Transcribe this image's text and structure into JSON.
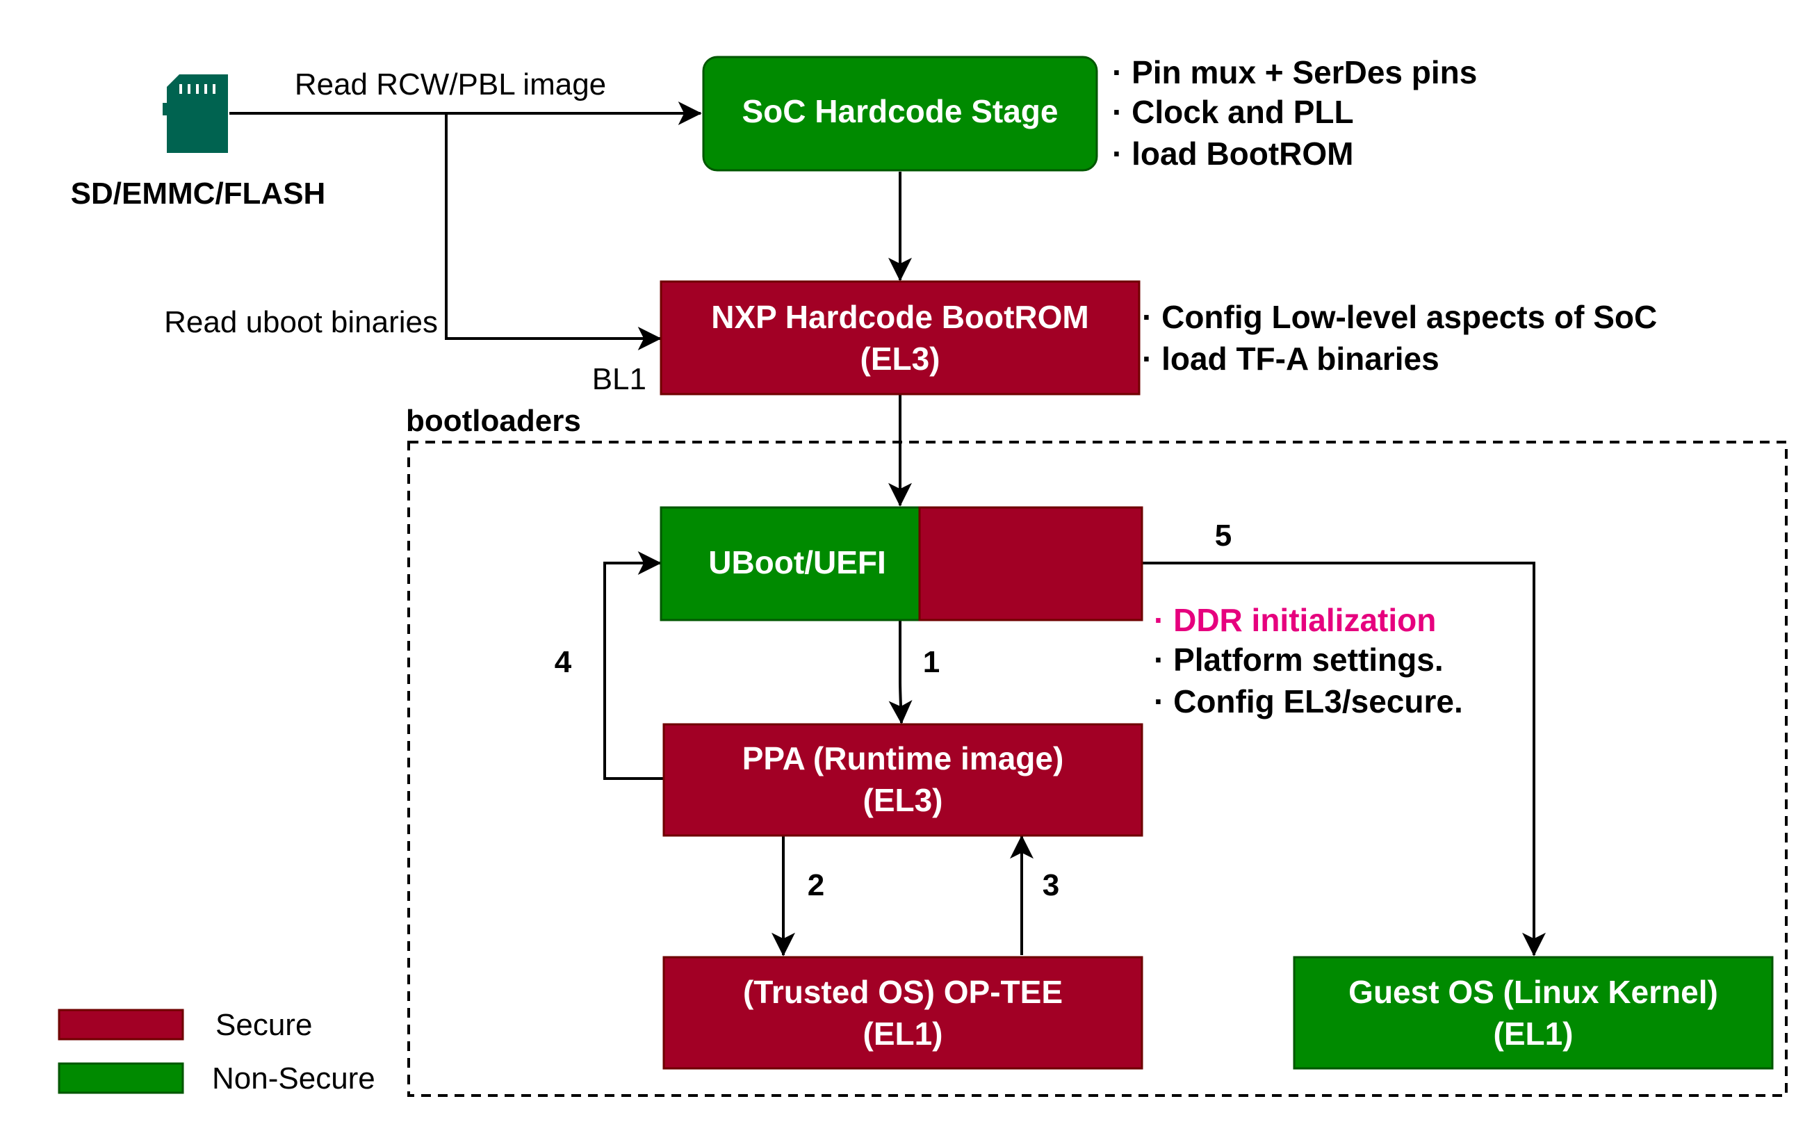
{
  "colors": {
    "secure": "#A20025",
    "secure_border": "#6F0000",
    "non_secure": "#008A00",
    "non_secure_border": "#005700",
    "sd_card": "#006350",
    "highlight": "#E6007E"
  },
  "storage": {
    "label": "SD/EMMC/FLASH",
    "icon": "sd-card-icon",
    "read_rcw_label": "Read RCW/PBL image",
    "read_uboot_label": "Read uboot binaries"
  },
  "soc_stage": {
    "title": "SoC Hardcode Stage",
    "notes": [
      "· Pin mux + SerDes pins",
      "· Clock and PLL",
      "· load BootROM"
    ]
  },
  "bootrom": {
    "title_line1": "NXP Hardcode BootROM",
    "title_line2": "(EL3)",
    "stage_label": "BL1",
    "notes": [
      "· Config Low-level aspects of SoC",
      "· load TF-A binaries"
    ]
  },
  "bootloaders": {
    "group_label": "bootloaders",
    "uboot": {
      "title": "UBoot/UEFI",
      "notes": [
        "· DDR initialization",
        "· Platform settings.",
        "· Config EL3/secure."
      ]
    },
    "ppa": {
      "title_line1": "PPA (Runtime image)",
      "title_line2": "(EL3)"
    },
    "optee": {
      "title_line1": "(Trusted OS) OP-TEE",
      "title_line2": "(EL1)"
    },
    "guest": {
      "title_line1": "Guest OS (Linux Kernel)",
      "title_line2": "(EL1)"
    },
    "steps": [
      "1",
      "2",
      "3",
      "4",
      "5"
    ]
  },
  "legend": {
    "secure": "Secure",
    "non_secure": "Non-Secure"
  }
}
